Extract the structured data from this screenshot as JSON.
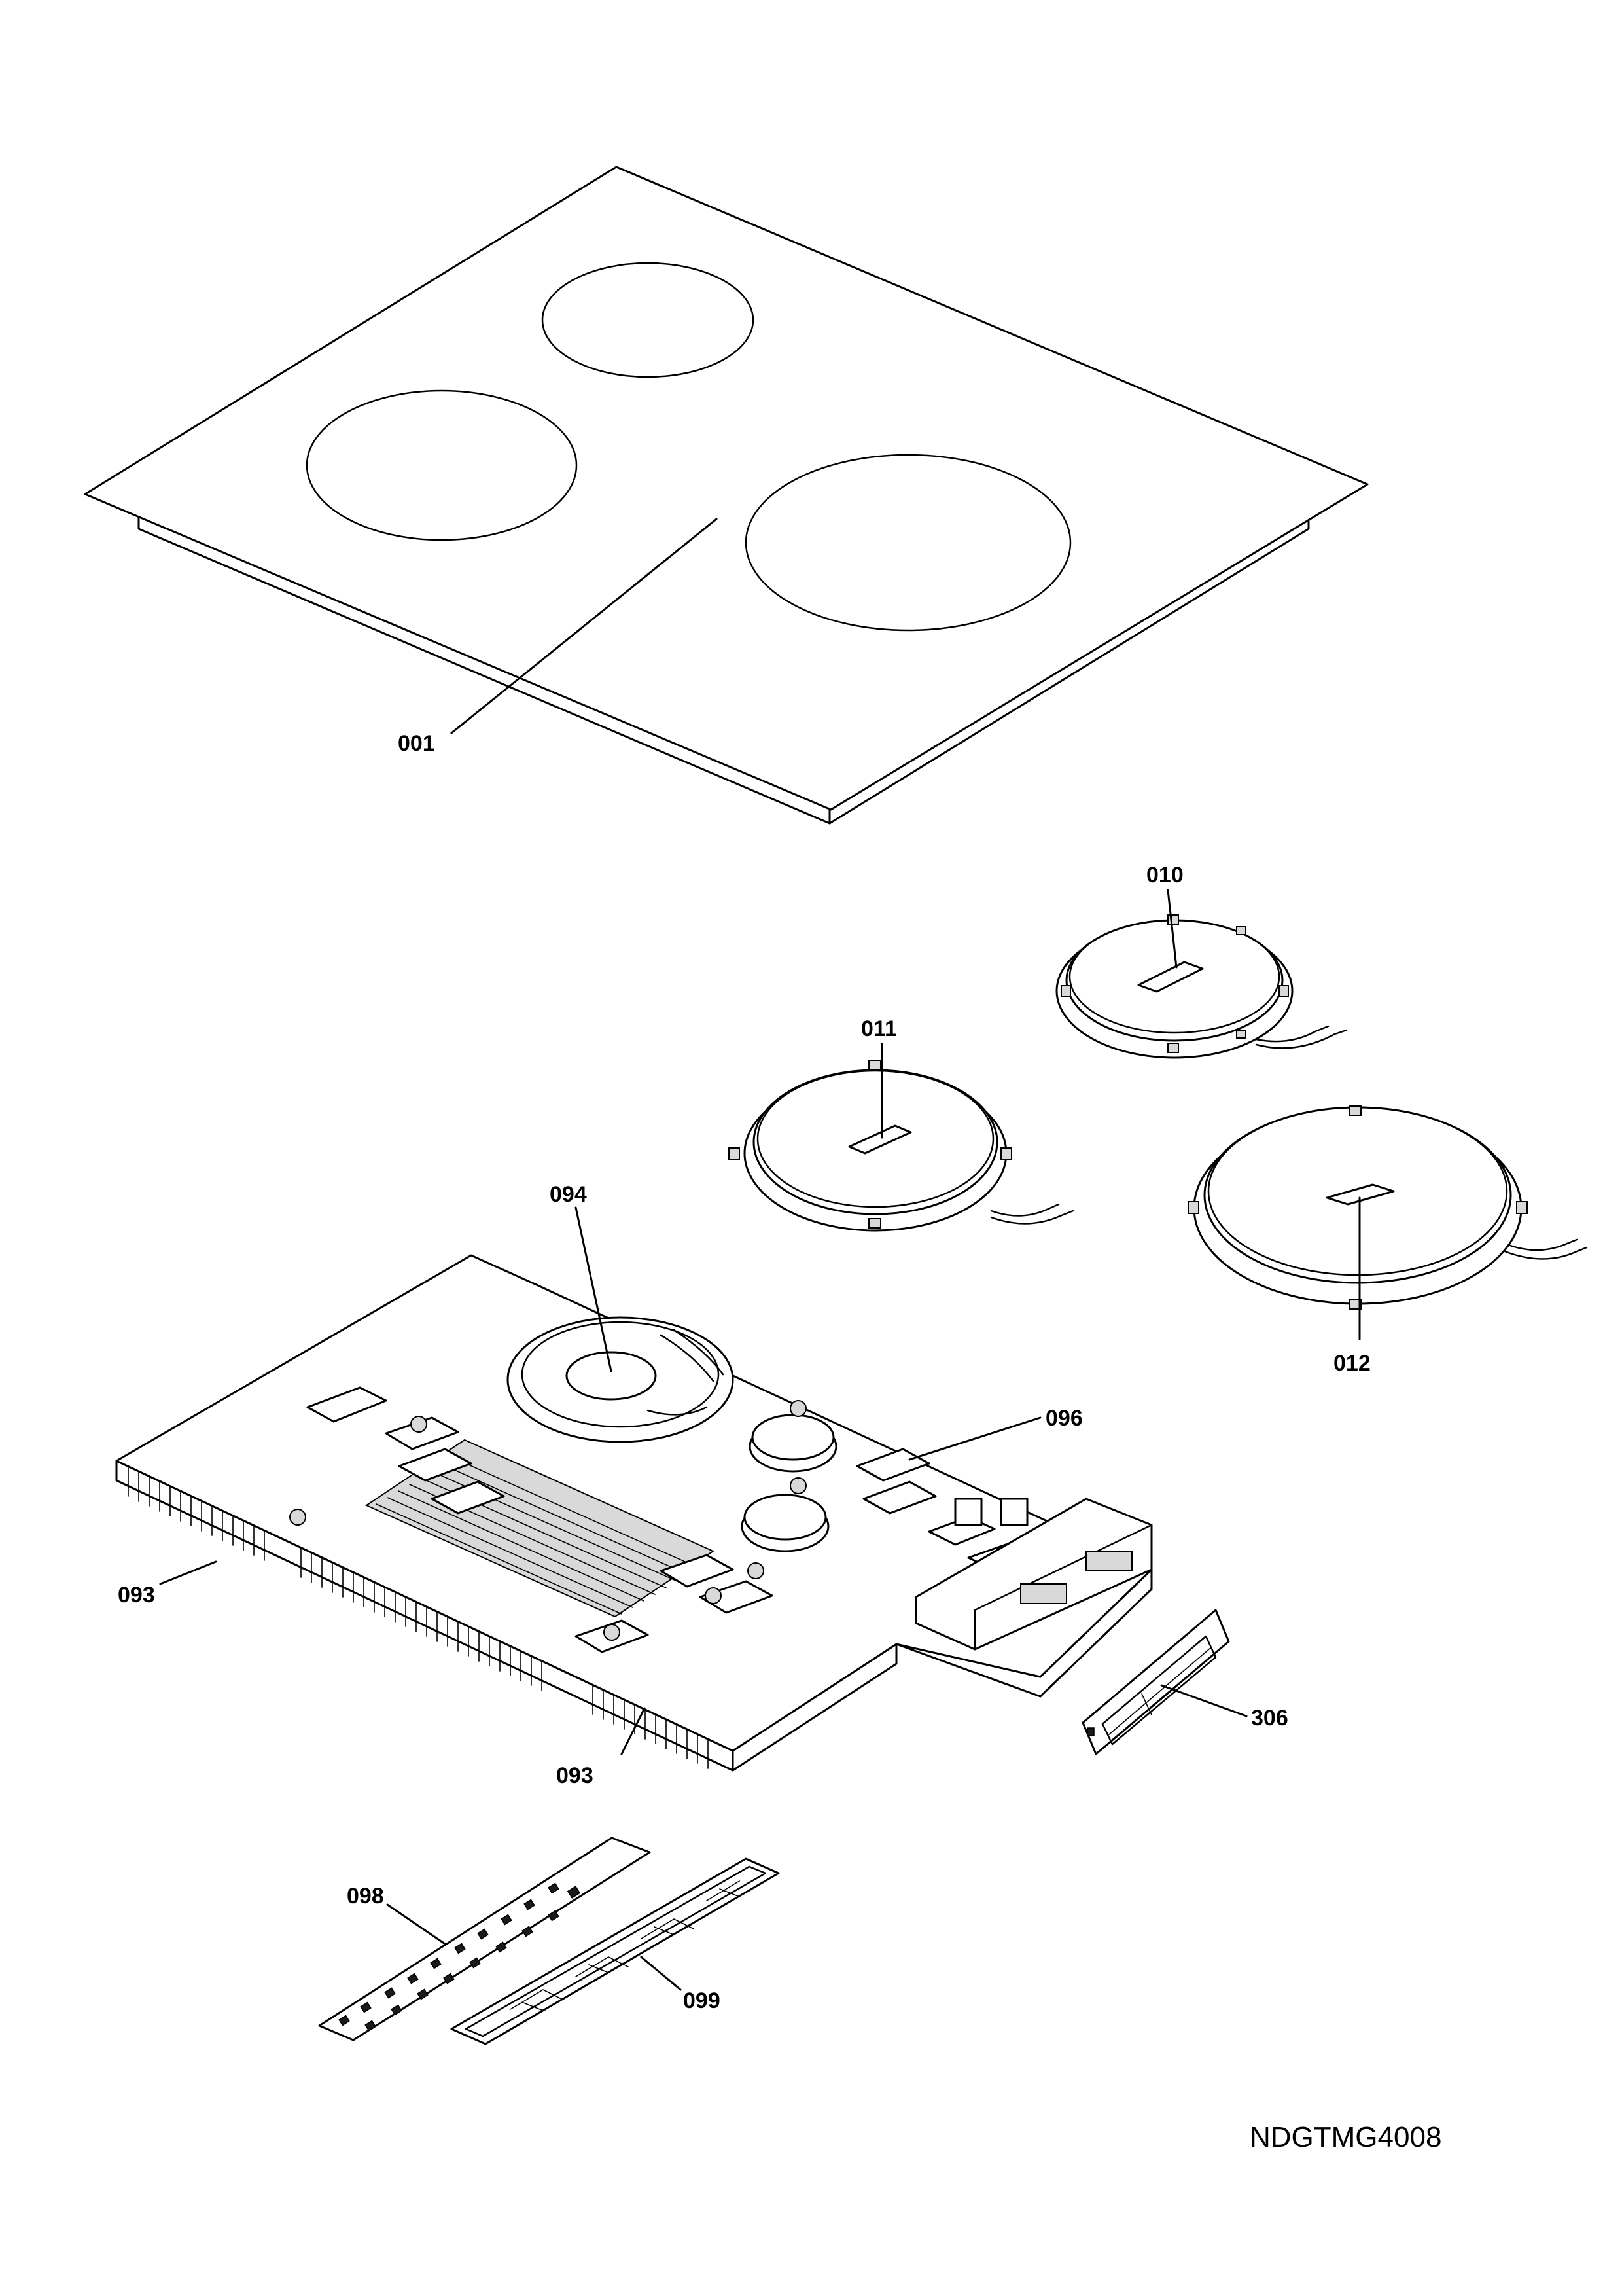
{
  "parts": {
    "p001": "001",
    "p010": "010",
    "p011": "011",
    "p012": "012",
    "p094": "094",
    "p096": "096",
    "p093a": "093",
    "p093b": "093",
    "p306": "306",
    "p098": "098",
    "p099": "099"
  },
  "drawing_code": "NDGTMG4008"
}
